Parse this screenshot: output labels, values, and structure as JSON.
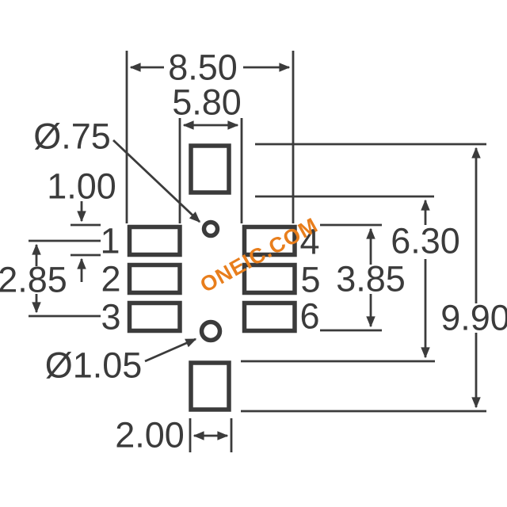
{
  "drawing": {
    "type": "pcb-land-pattern",
    "line_color": "#3B3B3B",
    "background_color": "#FFFFFF",
    "watermark": {
      "text": "ONEIC.COM",
      "color": "#E87E1C"
    },
    "pad_numbers": {
      "p1": "1",
      "p2": "2",
      "p3": "3",
      "p4": "4",
      "p5": "5",
      "p6": "6"
    },
    "dims": {
      "overall_width": "8.50",
      "inner_width": "5.80",
      "pad_height": "1.00",
      "pad_center_span": "2.85",
      "pad_group_height": "3.85",
      "inner_height": "6.30",
      "overall_height": "9.90",
      "anchor_pad_width": "2.00",
      "small_hole_dia": "Ø.75",
      "large_hole_dia": "Ø1.05"
    }
  }
}
